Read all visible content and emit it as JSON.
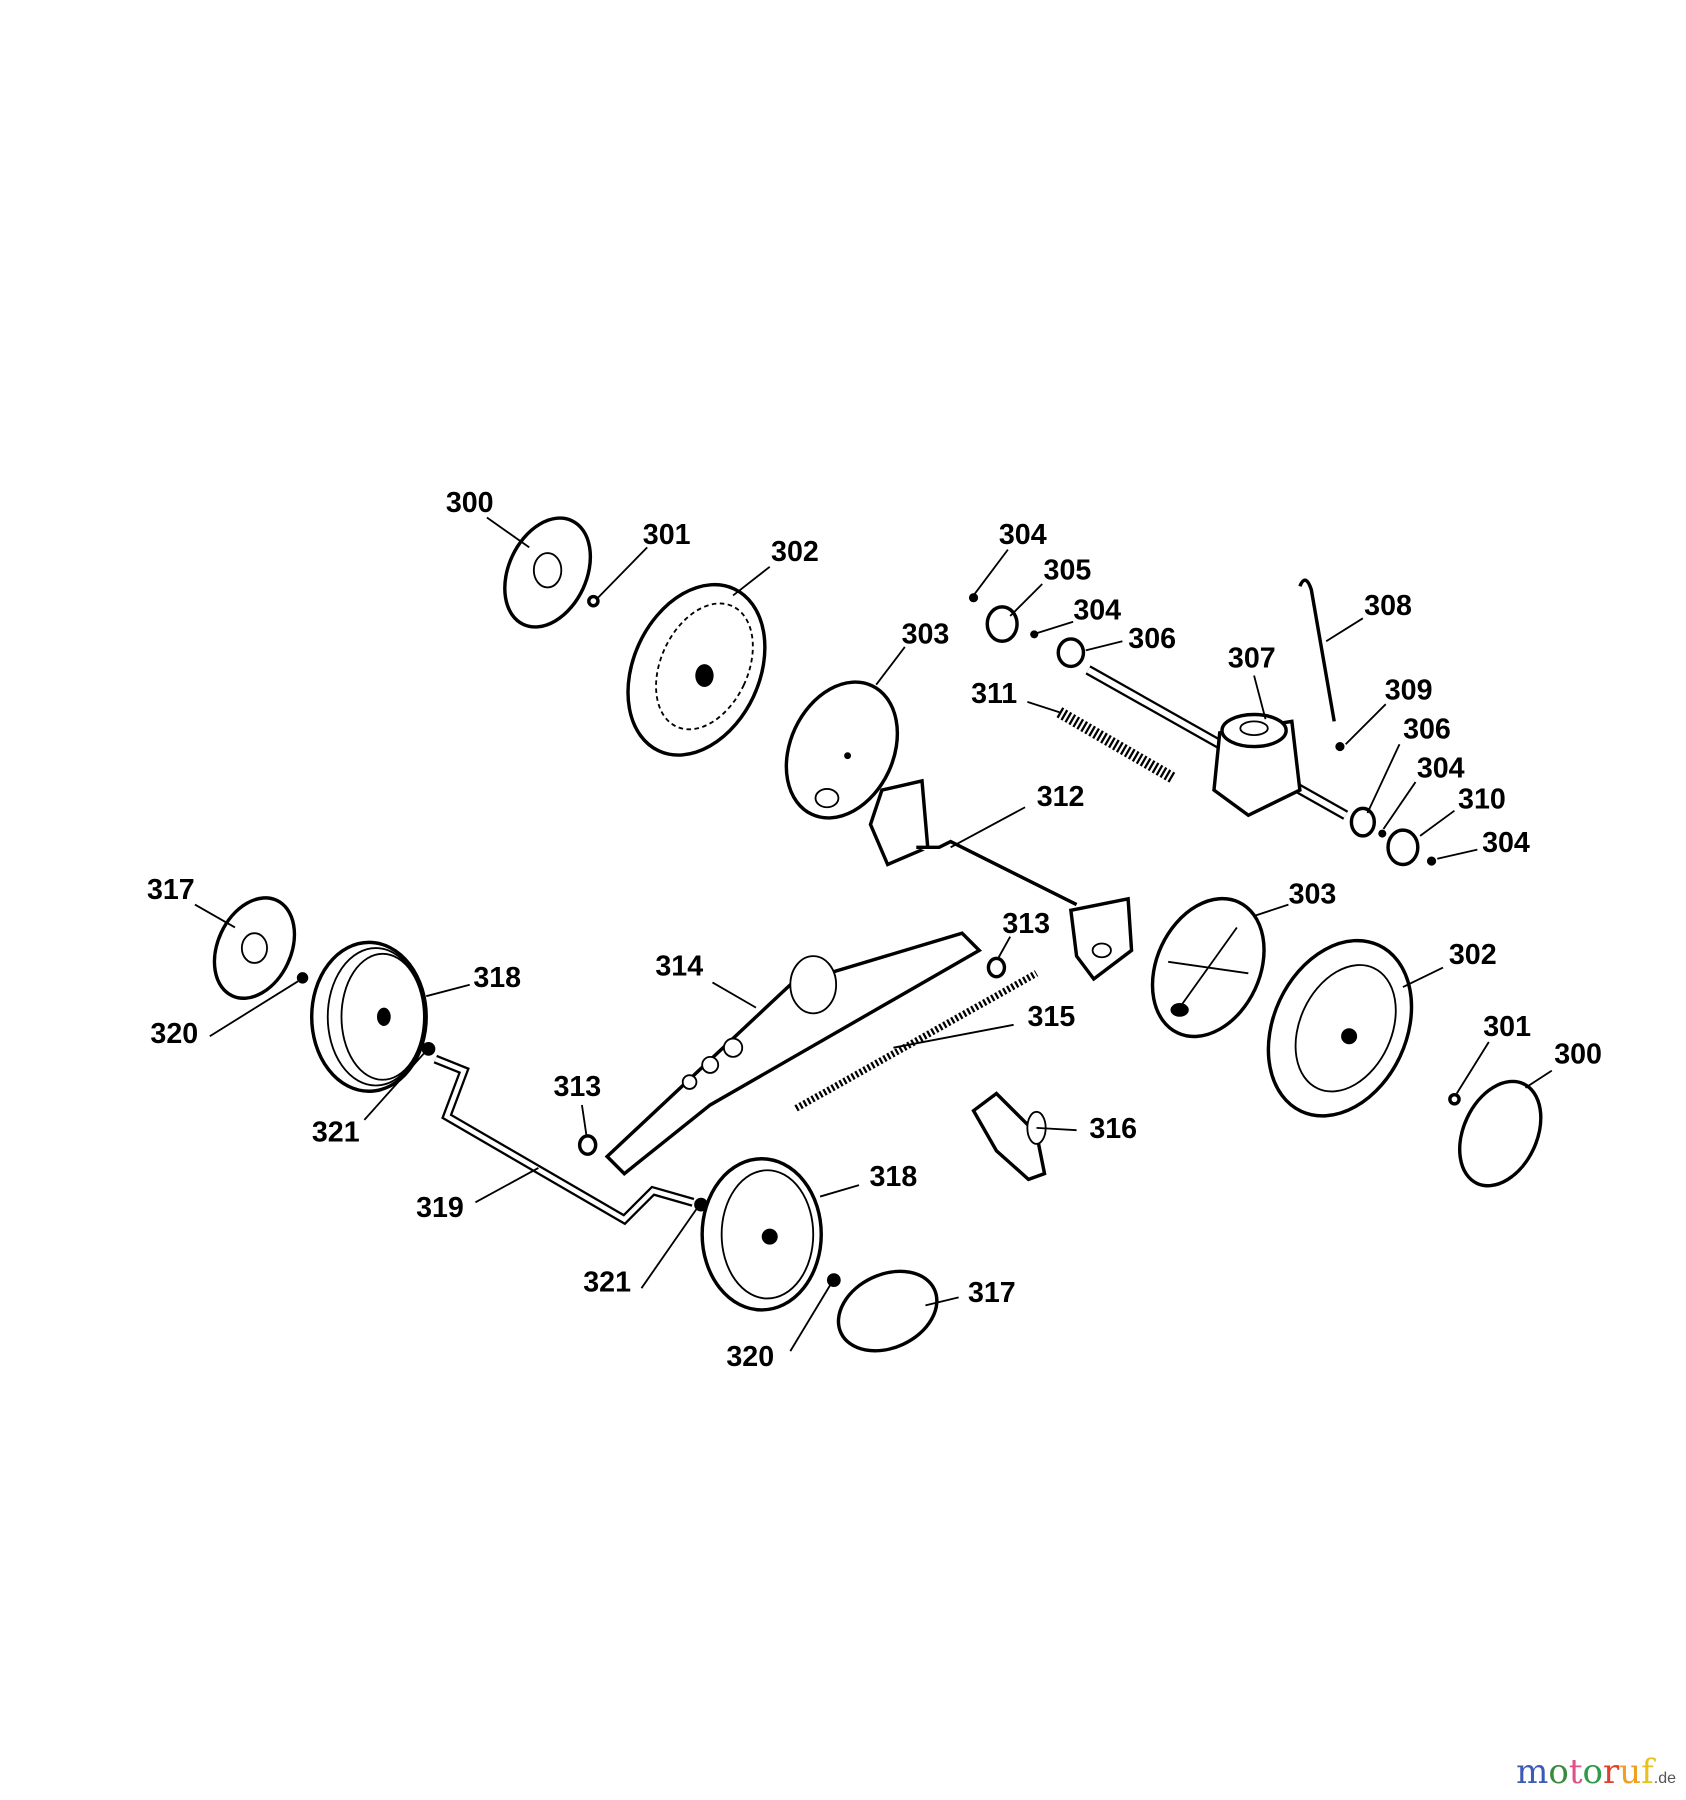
{
  "diagram": {
    "labels": [
      "300",
      "301",
      "302",
      "304",
      "305",
      "304",
      "306",
      "303",
      "311",
      "307",
      "308",
      "309",
      "306",
      "304",
      "310",
      "304",
      "312",
      "317",
      "318",
      "320",
      "303",
      "302",
      "313",
      "314",
      "315",
      "301",
      "300",
      "313",
      "321",
      "316",
      "318",
      "319",
      "321",
      "317",
      "320"
    ]
  },
  "logo": {
    "text": "motoruf",
    "suffix": ".de",
    "colors": [
      "#3b5bb5",
      "#3b8a3b",
      "#e0508a",
      "#2f9a4a",
      "#e0402a",
      "#f0a020",
      "#e8c020"
    ]
  }
}
